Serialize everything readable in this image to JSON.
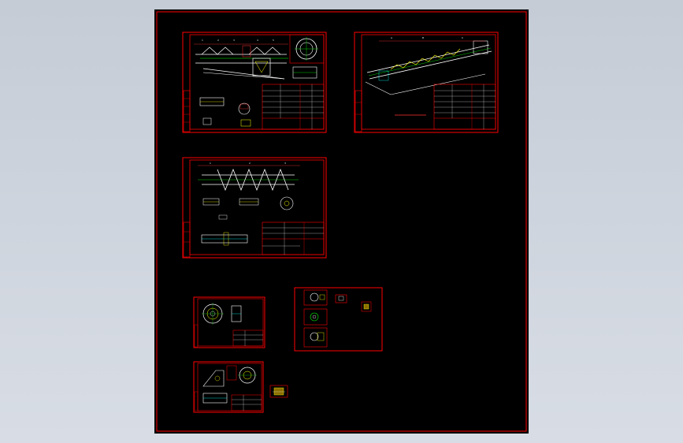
{
  "canvas": {
    "background": "#000000",
    "border_color": "#ff0000",
    "outer_background": "#cdd3dc"
  },
  "sheets": [
    {
      "id": "auger-assembly-sheet",
      "content": "assembly drawing with section view, circle detail and title block"
    },
    {
      "id": "inclined-conveyor-sheet",
      "content": "inclined screw conveyor general arrangement"
    },
    {
      "id": "screw-shaft-sheet",
      "content": "screw flight shaft with part details"
    },
    {
      "id": "flange-sheet",
      "content": "flange part drawing"
    },
    {
      "id": "small-parts-sheet",
      "content": "small part drawings"
    },
    {
      "id": "bracket-sheet",
      "content": "bracket part drawing"
    }
  ],
  "colors": {
    "frame": "#ff0000",
    "geometry": "#ffffff",
    "accent": "#ffff00",
    "center": "#00ff00",
    "hatch": "#00ffff",
    "dim": "#ff3030"
  }
}
